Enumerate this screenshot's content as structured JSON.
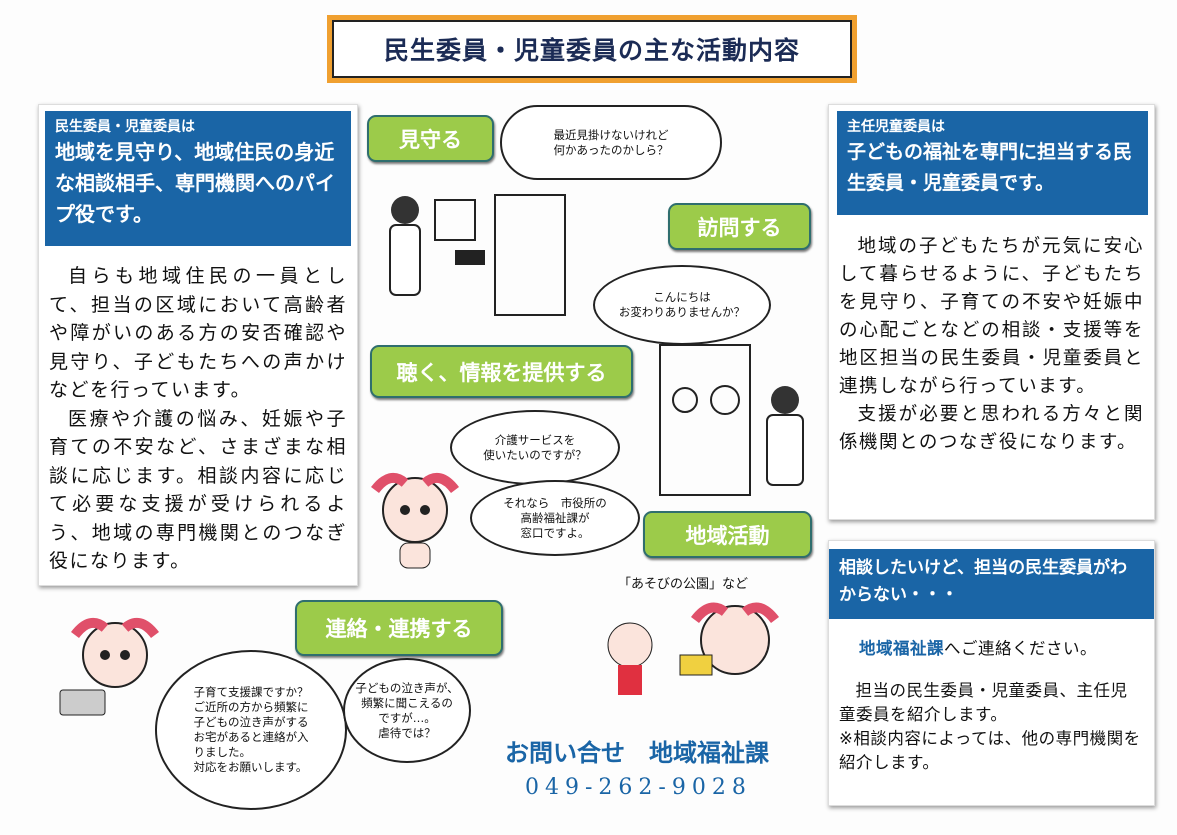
{
  "title": "民生委員・児童委員の主な活動内容",
  "left_panel": {
    "head_small": "民生委員・児童委員は",
    "head_large": "地域を見守り、地域住民の身近な相談相手、専門機関へのパイプ役です。",
    "paragraphs": [
      "自らも地域住民の一員として、担当の区域において高齢者や障がいのある方の安否確認や見守り、子どもたちへの声かけなどを行っています。",
      "医療や介護の悩み、妊娠や子育ての不安など、さまざまな相談に応じます。相談内容に応じて必要な支援が受けられるよう、地域の専門機関とのつなぎ役になります。"
    ]
  },
  "right_panel": {
    "head_small": "主任児童委員は",
    "head_large": "子どもの福祉を専門に担当する民生委員・児童委員です。",
    "paragraphs": [
      "地域の子どもたちが元気に安心して暮らせるように、子どもたちを見守り、子育ての不安や妊娠中の心配ごとなどの相談・支援等を地区担当の民生委員・児童委員と連携しながら行っています。",
      "支援が必要と思われる方々と関係機関とのつなぎ役になります。"
    ]
  },
  "contact_panel": {
    "head": "相談したいけど、担当の民生委員がわからない・・・",
    "dept": "地域福祉課",
    "line1_rest": "へご連絡ください。",
    "line2": "担当の民生委員・児童委員、主任児童委員を紹介します。",
    "note": "※相談内容によっては、他の専門機関を紹介します。"
  },
  "activities": {
    "watch": "見守る",
    "visit": "訪問する",
    "listen": "聴く、情報を提供する",
    "community": "地域活動",
    "liaise": "連絡・連携する"
  },
  "bubbles": {
    "watch": "最近見掛けないけれど\n何かあったのかしら？",
    "visit": "こんにちは\nお変わりありませんか？",
    "ask": "介護サービスを\n使いたいのですが？",
    "answer": "それなら　市役所の\n高齢福祉課が\n窓口ですよ。",
    "phone": "子育て支援課ですか？\nご近所の方から頻繁に\n子どもの泣き声がする\nお宅があると連絡が入\nりました。\n対応をお願いします。",
    "report": "子どもの泣き声が、\n頻繁に聞こえるの\nですが…。\n虐待では？"
  },
  "community_caption": "「あそびの公園」など",
  "inquiry": {
    "label": "お問い合せ　地域福祉課",
    "phone": "049-262-9028"
  },
  "colors": {
    "blue": "#1a65a6",
    "green": "#9ccb4a",
    "orange": "#f0a030"
  }
}
